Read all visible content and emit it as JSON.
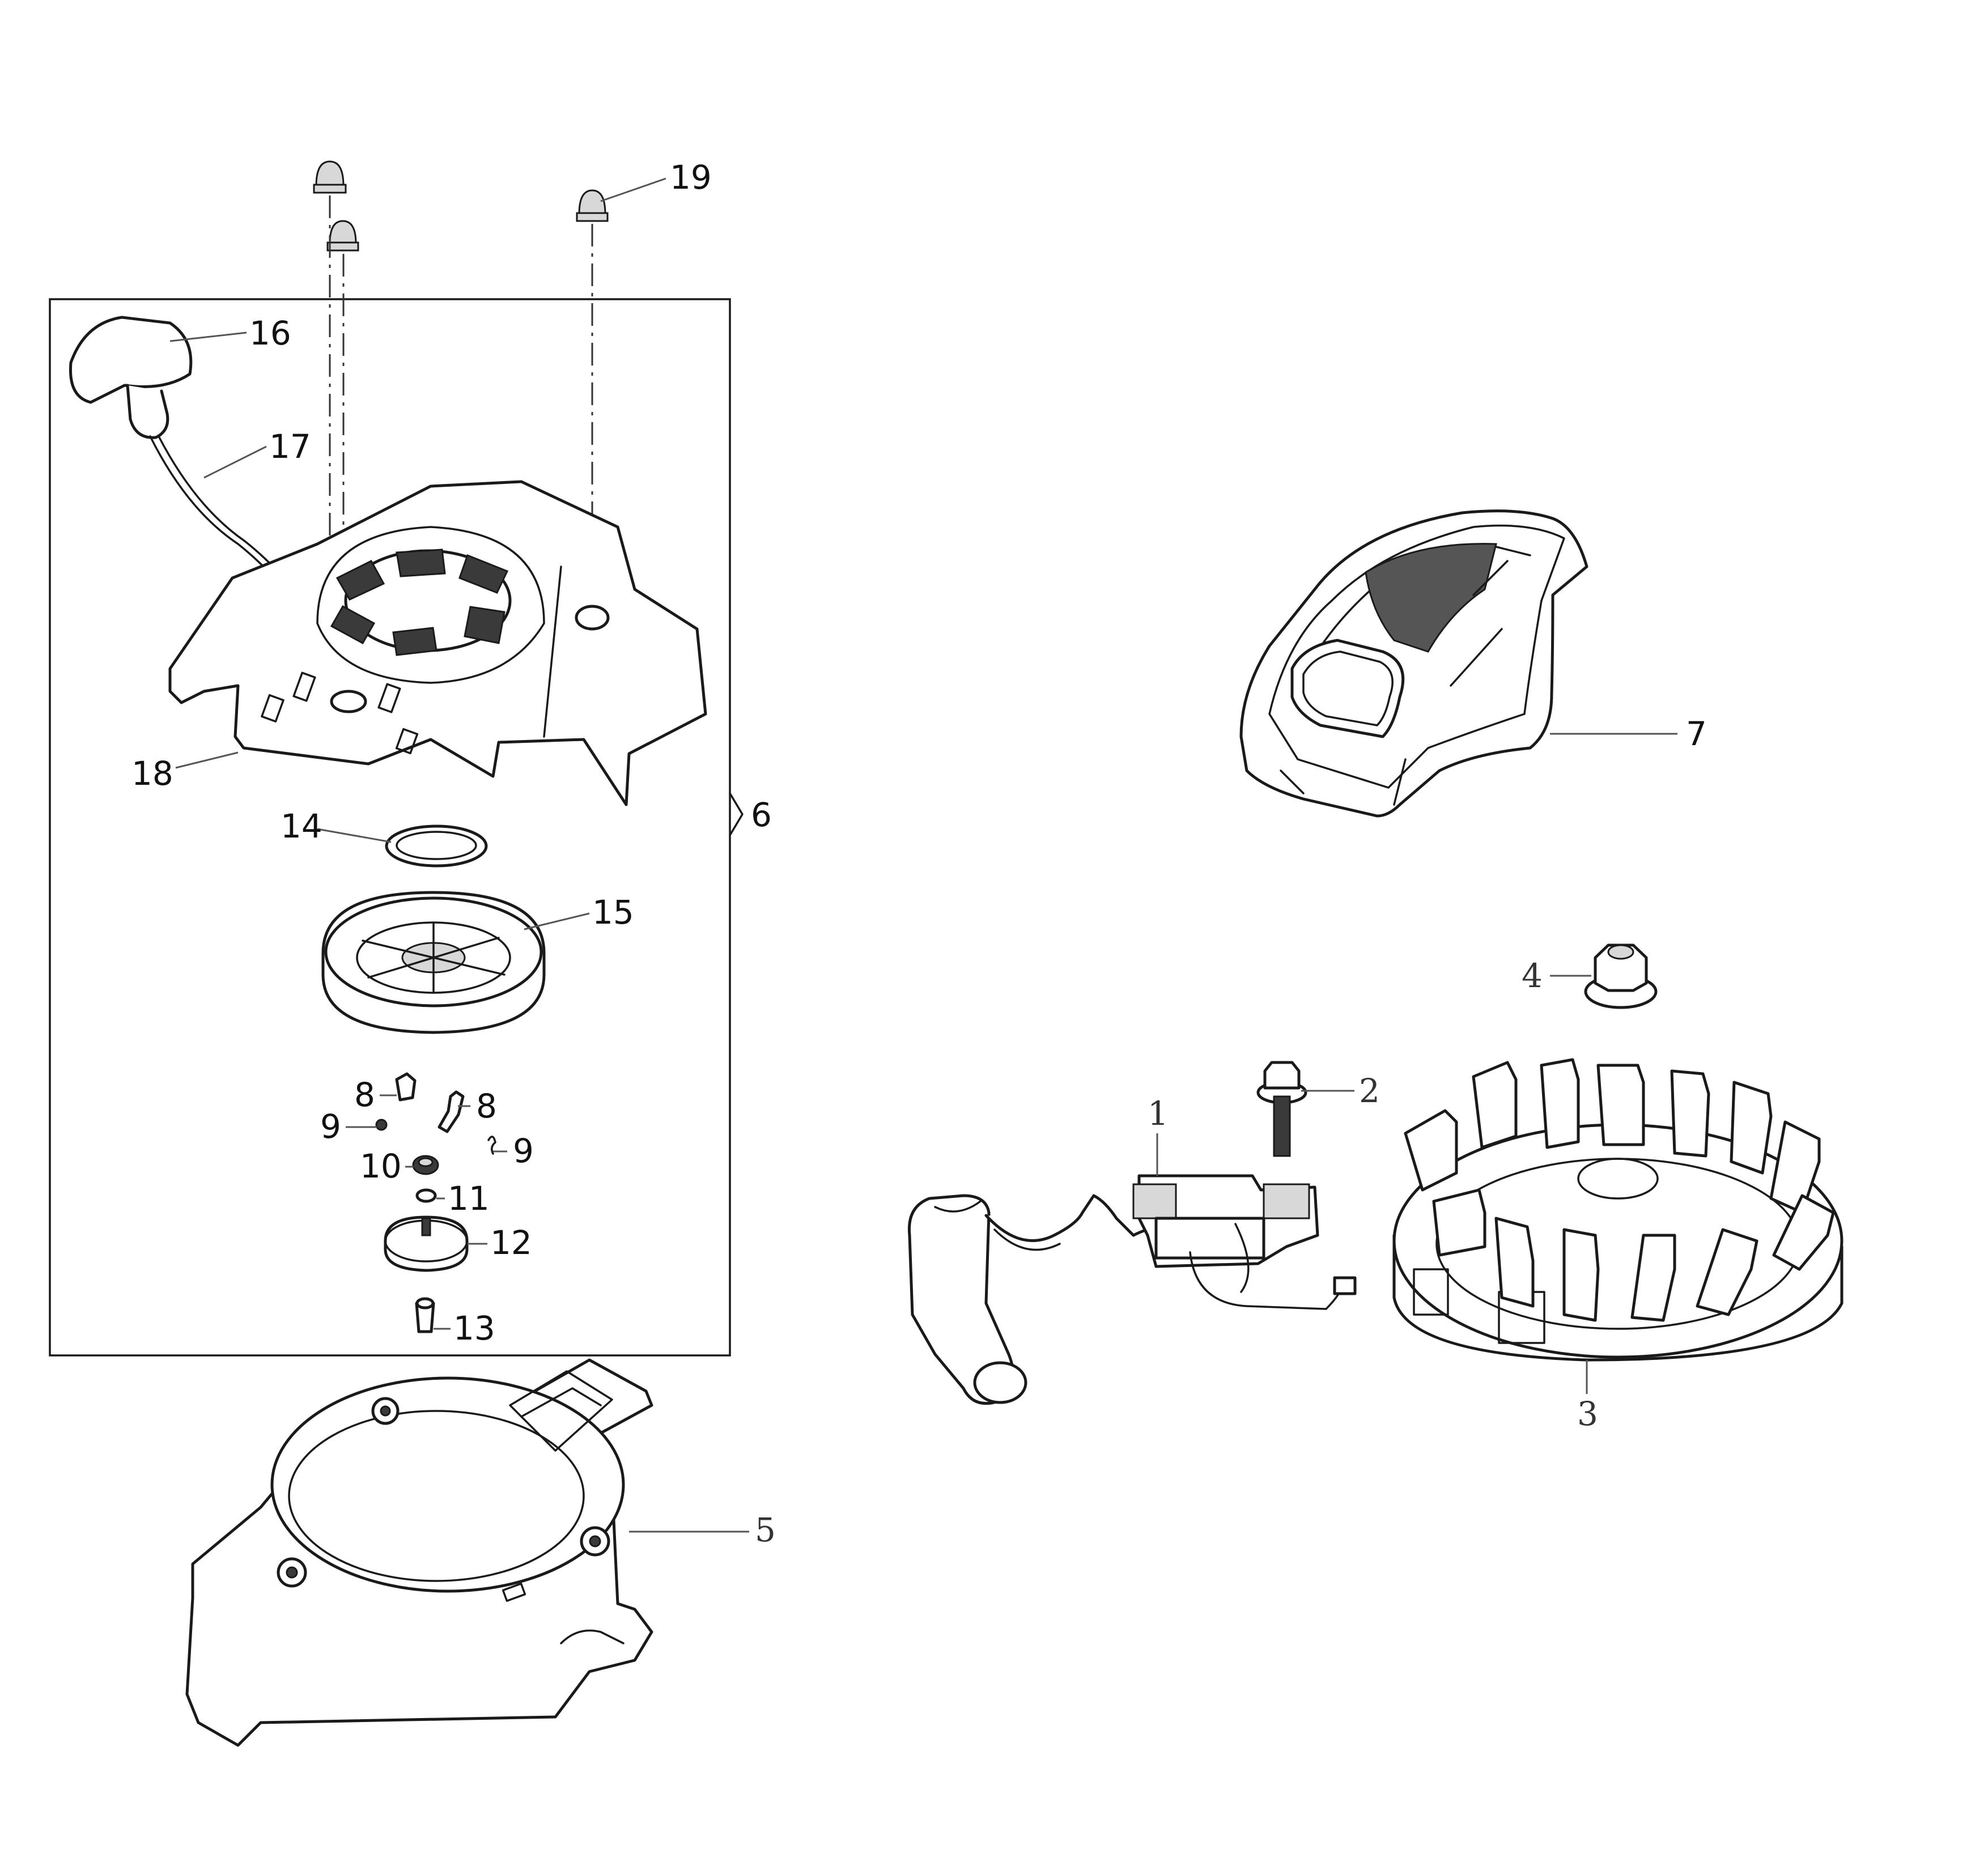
{
  "callouts": {
    "c1": "1",
    "c2": "2",
    "c3": "3",
    "c4": "4",
    "c5": "5",
    "c6": "6",
    "c7": "7",
    "c8a": "8",
    "c8b": "8",
    "c9a": "9",
    "c9b": "9",
    "c10": "10",
    "c11": "11",
    "c12": "12",
    "c13": "13",
    "c14": "14",
    "c15": "15",
    "c16": "16",
    "c17": "17",
    "c18": "18",
    "c19": "19"
  },
  "colors": {
    "line": "#1a1a1a",
    "leader": "#555555",
    "background": "#ffffff"
  }
}
